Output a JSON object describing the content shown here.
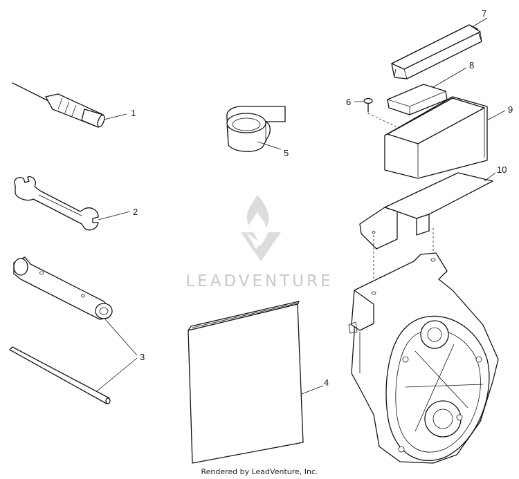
{
  "callouts": {
    "c1": "1",
    "c2": "2",
    "c3": "3",
    "c4": "4",
    "c5": "5",
    "c6": "6",
    "c7": "7",
    "c8": "8",
    "c9": "9",
    "c10": "10"
  },
  "watermark": {
    "text": "LEADVENTURE",
    "color": "#c8c8c8"
  },
  "footer": {
    "text": "Rendered by LeadVenture, Inc."
  }
}
